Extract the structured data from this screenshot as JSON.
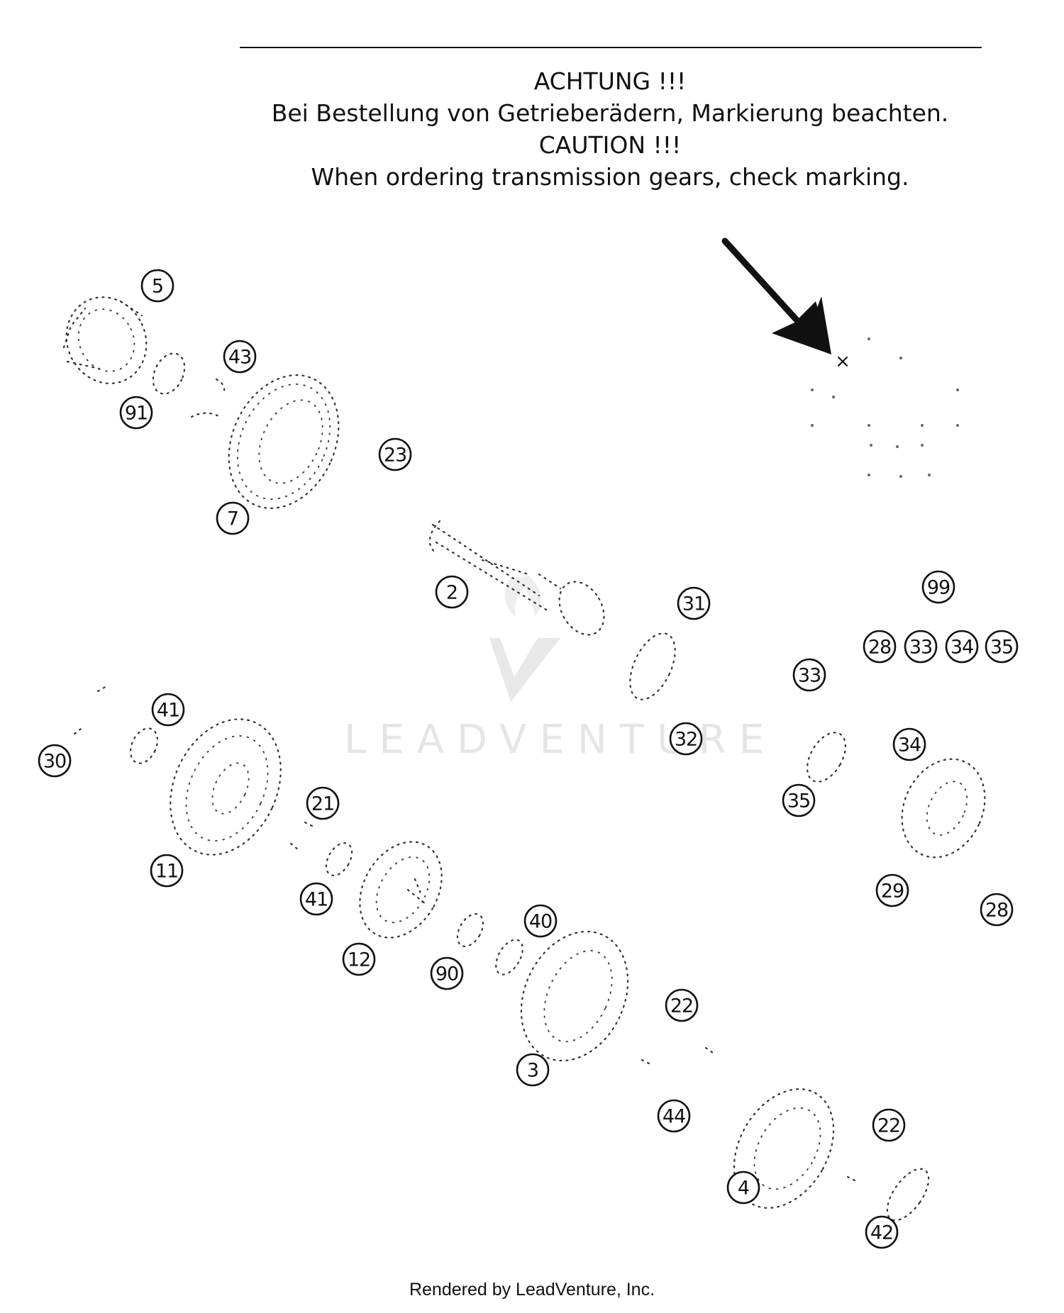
{
  "notice": {
    "line1": "ACHTUNG !!!",
    "line2": "Bei Bestellung von Getrieberädern, Markierung beachten.",
    "line3": "CAUTION !!!",
    "line4": "When ordering transmission gears, check marking."
  },
  "watermark": "LEADVENTURE",
  "footer": "Rendered by LeadVenture, Inc.",
  "callouts": {
    "c5": "5",
    "c43": "43",
    "c91": "91",
    "c23": "23",
    "c7": "7",
    "c2": "2",
    "c31": "31",
    "c99": "99",
    "c28a": "28",
    "c33a": "33",
    "c34a": "34",
    "c35a": "35",
    "c33b": "33",
    "c41a": "41",
    "c30": "30",
    "c32": "32",
    "c34b": "34",
    "c35b": "35",
    "c21": "21",
    "c11": "11",
    "c41b": "41",
    "c29": "29",
    "c28b": "28",
    "c12": "12",
    "c40": "40",
    "c90": "90",
    "c22a": "22",
    "c3": "3",
    "c44": "44",
    "c22b": "22",
    "c4": "4",
    "c42": "42"
  },
  "marking_symbol": "×"
}
